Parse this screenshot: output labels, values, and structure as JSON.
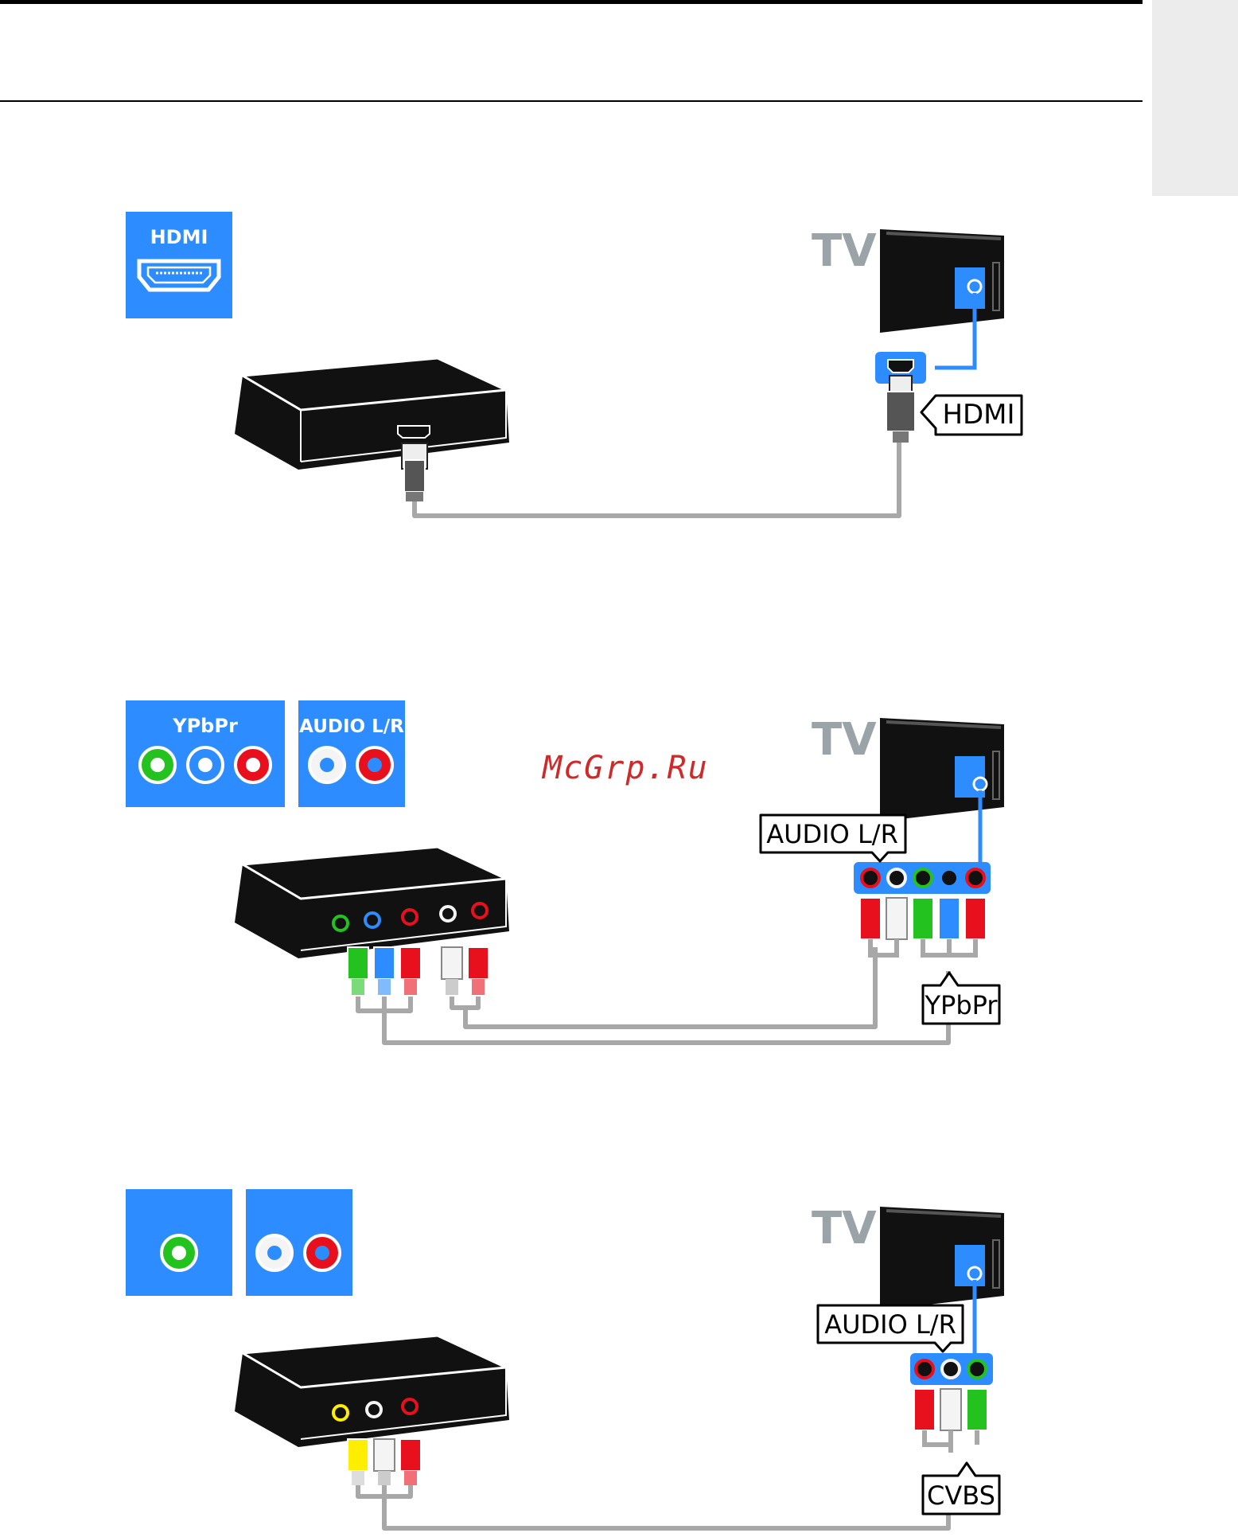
{
  "colors": {
    "blue": "#2d8cff",
    "cable": "#a8a8a8",
    "device": "#111111",
    "green": "#23c21f",
    "red": "#e8101c",
    "white": "#f4f4f4",
    "yellow": "#ffee00",
    "tv_label": "#9aa3a7",
    "side_tab": "#ececec"
  },
  "watermark": "McGrp.Ru",
  "sections": [
    {
      "id": "hdmi",
      "badges": [
        {
          "label": "HDMI",
          "icon": "hdmi-port-icon"
        }
      ],
      "tv_label": "TV",
      "callouts": [
        "HDMI"
      ]
    },
    {
      "id": "component",
      "badges": [
        {
          "label": "YPbPr",
          "icon": "ypbpr-jacks-icon"
        },
        {
          "label": "AUDIO L/R",
          "icon": "audio-jacks-icon"
        }
      ],
      "tv_label": "TV",
      "callouts": [
        "AUDIO L/R",
        "YPbPr"
      ]
    },
    {
      "id": "composite",
      "badges": [
        {
          "label": "",
          "icon": "cvbs-jack-icon"
        },
        {
          "label": "",
          "icon": "audio-jacks-icon"
        }
      ],
      "tv_label": "TV",
      "callouts": [
        "AUDIO L/R",
        "CVBS"
      ]
    }
  ]
}
